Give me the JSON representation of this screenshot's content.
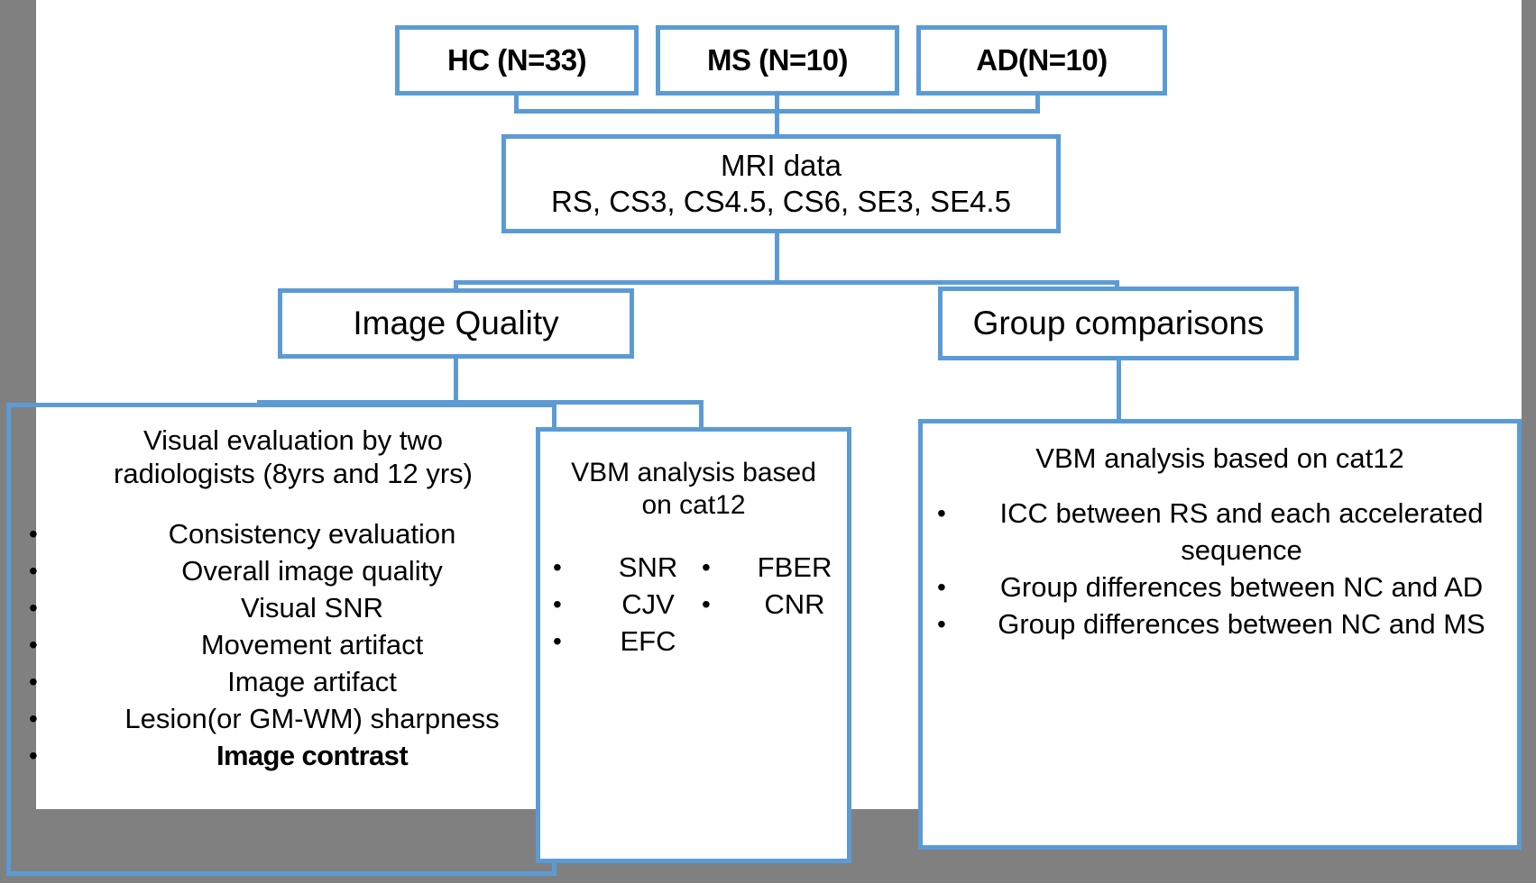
{
  "diagram": {
    "title": "MRI study flowchart",
    "accent_color": "#5B9BD5",
    "background_color": "#FFFFFF",
    "frame_color": "#808080",
    "bullet_glyph": "•"
  },
  "cohorts": [
    {
      "label": "HC (N=33)"
    },
    {
      "label": "MS (N=10)"
    },
    {
      "label": "AD(N=10)"
    }
  ],
  "mri_data": {
    "line1": "MRI data",
    "line2": "RS, CS3, CS4.5, CS6, SE3, SE4.5"
  },
  "branches": {
    "image_quality": "Image Quality",
    "group_comparisons": "Group comparisons"
  },
  "visual_evaluation": {
    "heading_line1": "Visual evaluation by two",
    "heading_line2": "radiologists (8yrs and 12 yrs)",
    "items": [
      "Consistency evaluation",
      "Overall image quality",
      "Visual SNR",
      "Movement artifact",
      "Image artifact",
      "Lesion(or GM-WM) sharpness",
      "Image contrast"
    ]
  },
  "vbm_quality": {
    "heading_line1": "VBM analysis based",
    "heading_line2": "on cat12",
    "metrics_left": [
      "SNR",
      "CJV",
      "EFC"
    ],
    "metrics_right": [
      "FBER",
      "CNR"
    ]
  },
  "vbm_group": {
    "heading": "VBM analysis based on cat12",
    "items": [
      "ICC between RS and each accelerated sequence",
      "Group differences between NC and AD",
      "Group differences between NC and MS"
    ]
  }
}
